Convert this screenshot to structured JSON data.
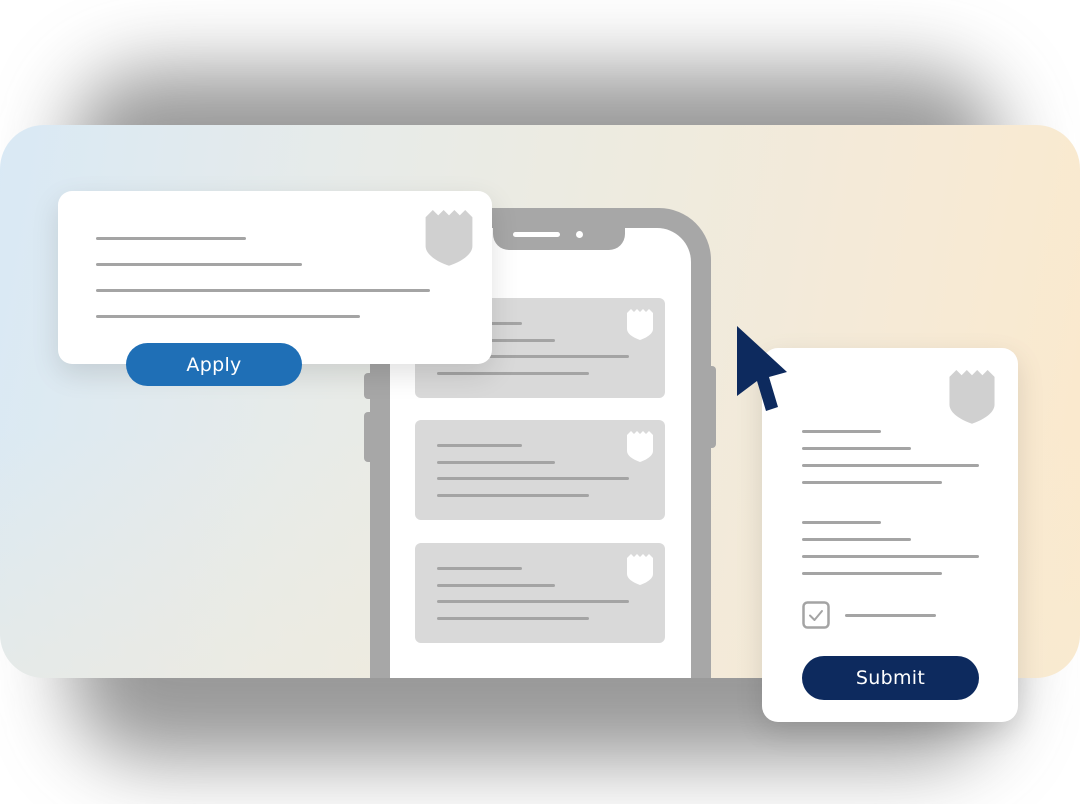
{
  "job_card": {
    "apply_label": "Apply",
    "badge_icon": "shield-icon"
  },
  "job_list": {
    "item_count": 3,
    "badge_icon": "shield-icon"
  },
  "application_form": {
    "submit_label": "Submit",
    "checkbox_checked": true,
    "badge_icon": "shield-icon"
  },
  "cursor": {
    "icon": "mouse-pointer-icon"
  },
  "colors": {
    "apply_button": "#1f6fb6",
    "submit_button": "#0d2a5e",
    "cursor": "#0d2a5e",
    "placeholder_line": "#a4a4a4",
    "placeholder_card": "#d9d9d9",
    "phone_frame": "#a7a7a7",
    "badge": "#d0d0d0"
  }
}
